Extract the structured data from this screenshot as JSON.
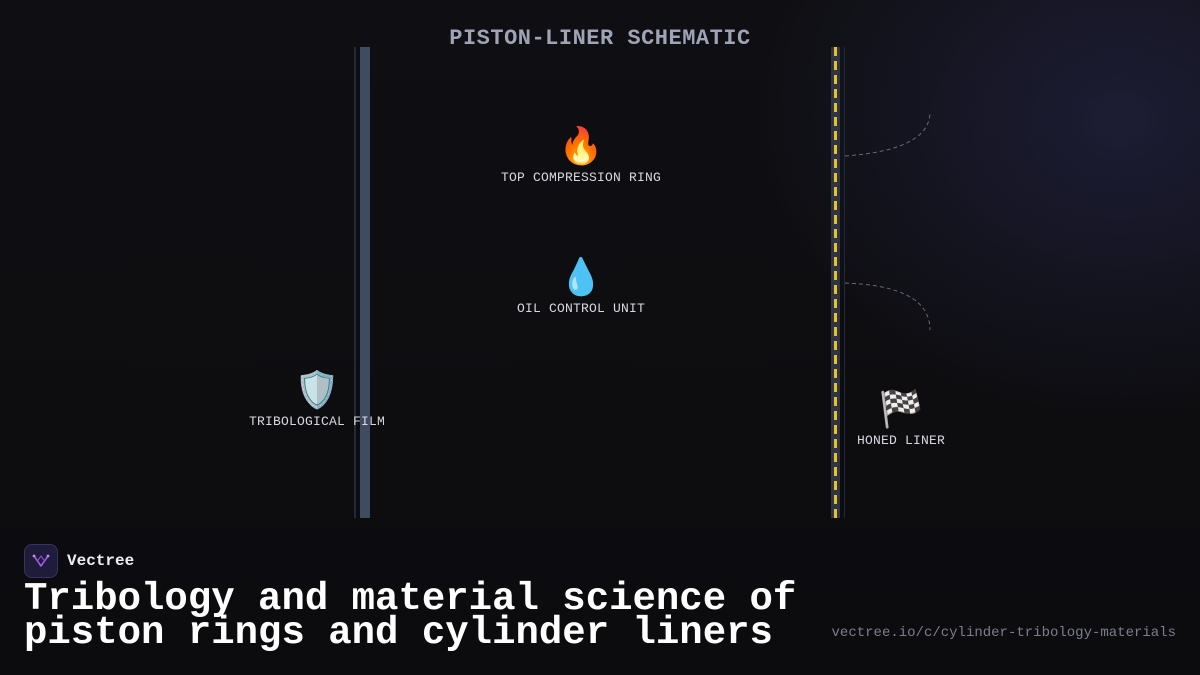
{
  "diagram": {
    "title": "PISTON-LINER SCHEMATIC",
    "nodes": {
      "top_ring": {
        "icon": "🔥",
        "icon_name": "fire-icon",
        "label": "TOP COMPRESSION RING"
      },
      "oil_unit": {
        "icon": "💧",
        "icon_name": "droplet-icon",
        "label": "OIL CONTROL UNIT"
      },
      "film": {
        "icon": "🛡️",
        "icon_name": "shield-icon",
        "label": "TRIBOLOGICAL FILM"
      },
      "liner": {
        "icon": "🏁",
        "icon_name": "checkered-flag-icon",
        "label": "HONED LINER"
      }
    },
    "colors": {
      "piston_wall": "#3f4c60",
      "liner_dash": "#e5c228",
      "connector": "#7a7e8c"
    }
  },
  "brand": {
    "name": "Vectree",
    "logo_icon": "vectree-logo-icon",
    "logo_color": "#a25de0"
  },
  "headline": "Tribology and material science of piston rings and cylinder liners",
  "source_url": "vectree.io/c/cylinder-tribology-materials"
}
